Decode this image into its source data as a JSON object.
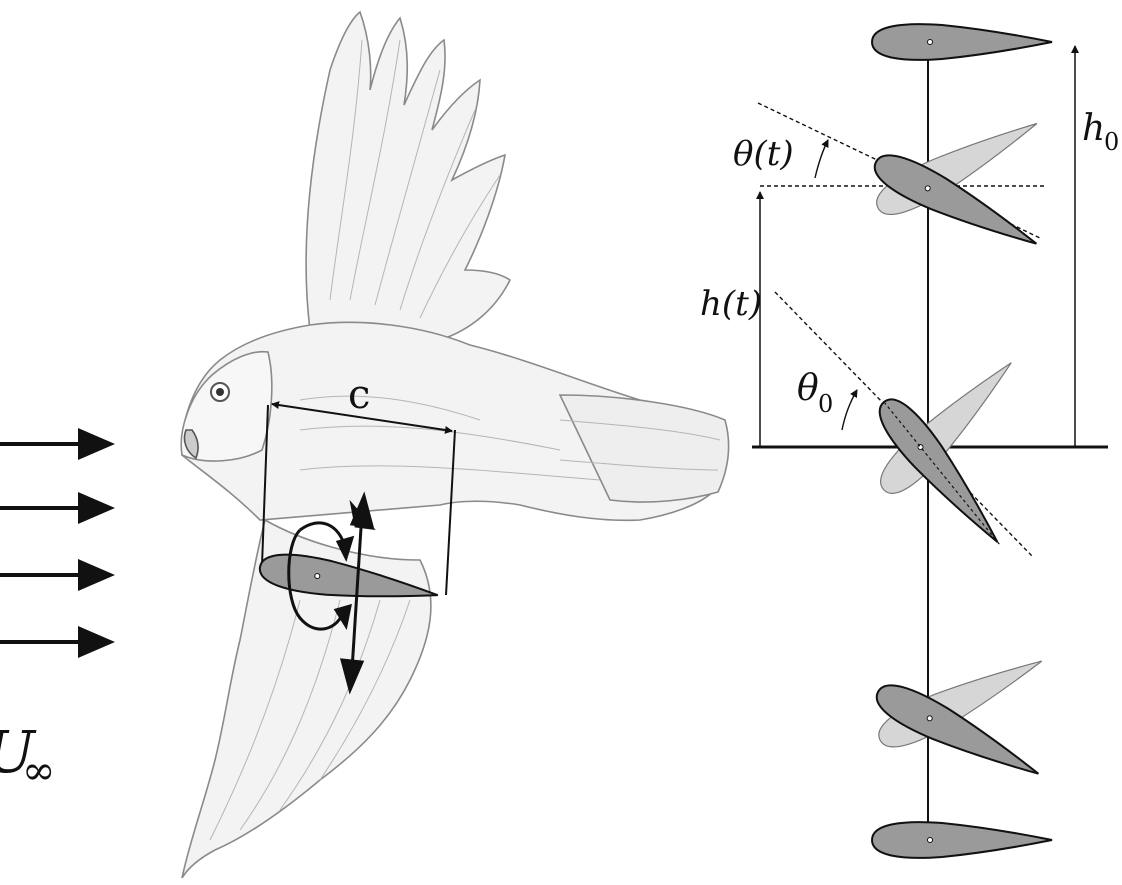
{
  "labels": {
    "freestream": "U",
    "freestream_sub": "∞",
    "chord": "c",
    "pitch_angle": "θ(t)",
    "pitch_amplitude": "θ",
    "pitch_amplitude_sub": "0",
    "heave": "h(t)",
    "heave_amplitude": "h",
    "heave_amplitude_sub": "0"
  },
  "colors": {
    "airfoil_fill": "#9a9a9a",
    "airfoil_ghost_fill": "#d6d6d6",
    "line": "#111111"
  }
}
